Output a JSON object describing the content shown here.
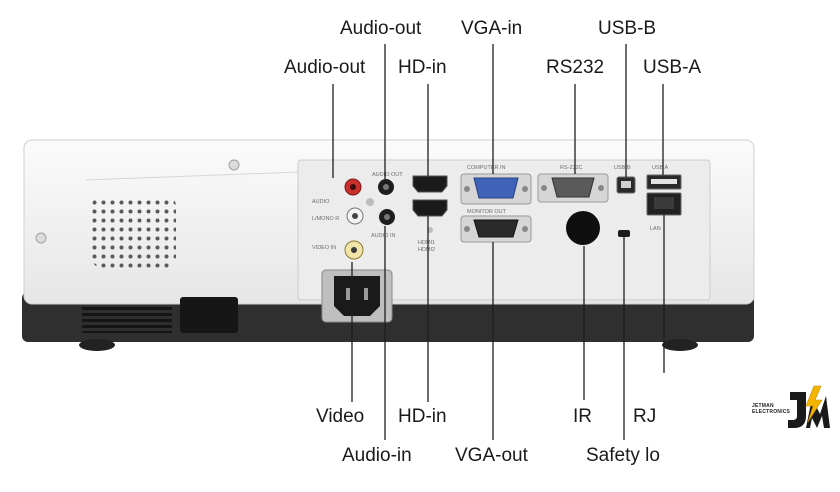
{
  "callouts": {
    "audio_out_top": "Audio-out",
    "vga_in": "VGA-in",
    "usb_b": "USB-B",
    "audio_out_left": "Audio-out",
    "hd_in_top": "HD-in",
    "rs232": "RS232",
    "usb_a": "USB-A",
    "video": "Video",
    "hd_in_bottom": "HD-in",
    "ir": "IR",
    "rj": "RJ",
    "audio_in": "Audio-in",
    "vga_out": "VGA-out",
    "safety_lock": "Safety lo"
  },
  "panel_labels": {
    "audio_out": "AUDIO OUT",
    "audio": "AUDIO",
    "l_mono_r": "L/MONO R",
    "video_in": "VIDEO IN",
    "audio_in": "AUDIO IN",
    "computer_in": "COMPUTER IN",
    "monitor_out": "MONITOR OUT",
    "hdmi1": "HDMI1",
    "hdmi2": "HDMI2",
    "rs232c": "RS-232C",
    "usb_b": "USB B",
    "usb_a": "USB A",
    "lan": "LAN"
  },
  "logo": {
    "line1": "JETMAN",
    "line2": "ELECTRONICS"
  },
  "colors": {
    "body_white": "#f4f4f4",
    "base_dark": "#2b2b2b",
    "panel": "#ebebeb",
    "vga_blue": "#3f63b8",
    "audio_red": "#c9302c",
    "logo_yellow": "#f4b400",
    "leader": "#1e1e1e"
  }
}
